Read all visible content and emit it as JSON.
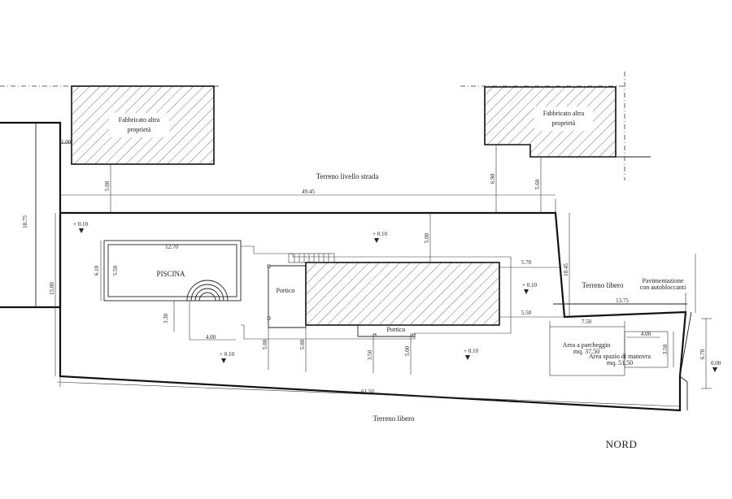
{
  "labels": {
    "building_left_line1": "Fabbricato altra",
    "building_left_line2": "proprietà",
    "building_right_line1": "Fabbricato altra",
    "building_right_line2": "proprietà",
    "road_level": "Terreno livello strada",
    "pool": "PISCINA",
    "portico_1": "Portico",
    "portico_2": "Portico",
    "free_land_right": "Terreno libero",
    "paving_line1": "Pavimentazione",
    "paving_line2": "con autobloccanti",
    "parking_line1": "Area a parcheggio",
    "parking_line2": "mq. 37.50",
    "maneuver_line1": "Area spazio di manovra",
    "maneuver_line2": "mq. 51.50",
    "free_land_bottom": "Terreno libero",
    "north": "NORD"
  },
  "levels": {
    "top_left": "+ 0.10",
    "top_center": "+ 0.10",
    "right": "+ 0.10",
    "bottom_left": "+ 0.10",
    "bottom_center": "+ 0.10",
    "outside": "0.00"
  },
  "dimensions": {
    "left_setback_1": "1.00",
    "left_height": "18.75",
    "lot_depth_left": "15.00",
    "setback_left_bldg": "5.00",
    "front_width": "49.45",
    "setback_right_bldg_1": "6.90",
    "setback_right_bldg_2": "5.60",
    "pool_length": "12.70",
    "pool_width_outer": "6.10",
    "pool_width_inner": "5.50",
    "house_setback_top": "5.00",
    "house_to_right": "5.70",
    "lot_right_depth": "10.45",
    "house_to_right_2": "5.50",
    "right_strip": "13.75",
    "pool_step_depth": "3.30",
    "pool_step_width": "4.00",
    "bottom_setback_1": "5.00",
    "bottom_setback_2": "5.00",
    "bottom_setback_3": "3.50",
    "bottom_setback_4": "5.00",
    "parking_width": "7.50",
    "maneuver_width": "4.00",
    "maneuver_depth": "3.50",
    "right_edge_depth": "6.70",
    "total_length": "61.50"
  }
}
